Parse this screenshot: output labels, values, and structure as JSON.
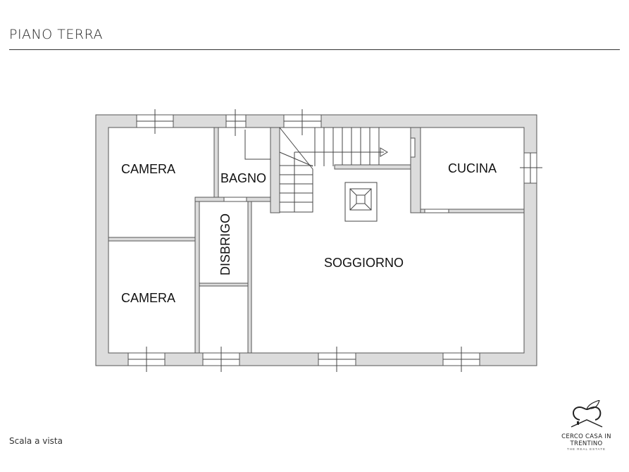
{
  "header": {
    "title": "PIANO TERRA"
  },
  "rooms": {
    "camera_top": "CAMERA",
    "bagno": "BAGNO",
    "cucina": "CUCINA",
    "disbrigo": "DISBRIGO",
    "soggiorno": "SOGGIORNO",
    "camera_bottom": "CAMERA"
  },
  "footer": {
    "scale_note": "Scala a vista"
  },
  "logo": {
    "name": "CERCO CASA IN TRENTINO",
    "tagline": "THE REAL ESTATE"
  },
  "colors": {
    "wall": "#dcdcdc",
    "outline": "#555555"
  }
}
